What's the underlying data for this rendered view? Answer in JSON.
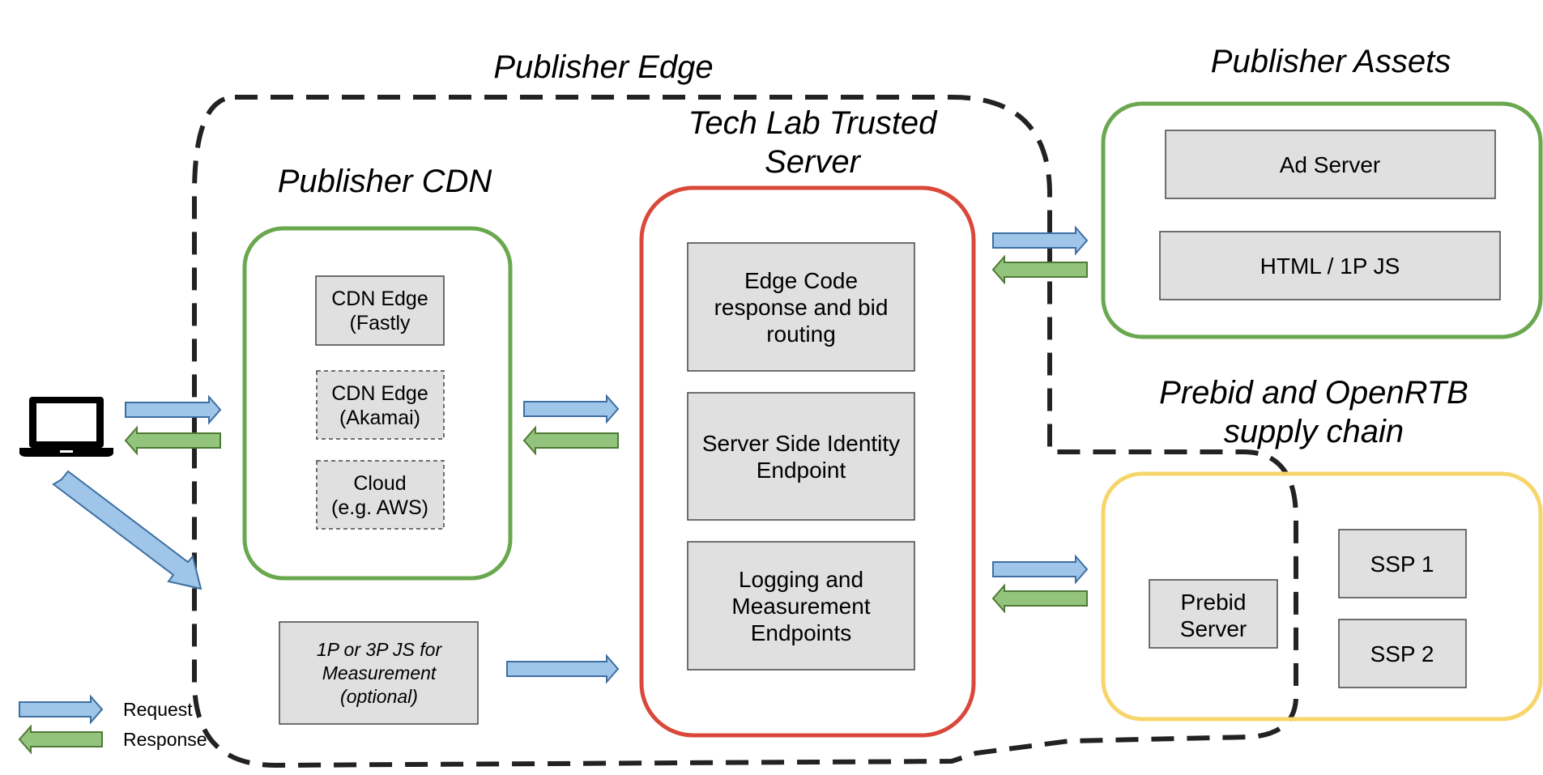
{
  "titles": {
    "publisher_edge": "Publisher Edge",
    "publisher_cdn": "Publisher CDN",
    "trusted_server_line1": "Tech Lab Trusted",
    "trusted_server_line2": "Server",
    "publisher_assets": "Publisher Assets",
    "prebid_line1": "Prebid and OpenRTB",
    "prebid_line2": "supply chain"
  },
  "cdn_boxes": {
    "fastly": [
      "CDN Edge",
      "(Fastly"
    ],
    "akamai": [
      "CDN Edge",
      "(Akamai)"
    ],
    "cloud": [
      "Cloud",
      "(e.g. AWS)"
    ]
  },
  "measurement_js": [
    "1P or 3P JS for",
    "Measurement",
    "(optional)"
  ],
  "trusted_server_boxes": {
    "edge_code": [
      "Edge Code",
      "response and bid",
      "routing"
    ],
    "identity": [
      "Server Side Identity",
      "Endpoint"
    ],
    "logging": [
      "Logging and",
      "Measurement",
      "Endpoints"
    ]
  },
  "asset_boxes": {
    "ad_server": "Ad Server",
    "html_js": "HTML / 1P JS"
  },
  "supply_boxes": {
    "prebid_server": [
      "Prebid",
      "Server"
    ],
    "ssp1": "SSP 1",
    "ssp2": "SSP 2"
  },
  "legend": {
    "request": "Request",
    "response": "Response"
  },
  "colors": {
    "request_arrow": "#9fc5e8",
    "response_arrow": "#93c47d",
    "cdn_border": "#6aa84f",
    "trusted_border": "#d9483b",
    "assets_border": "#6aa84f",
    "supply_border": "#f6d66b",
    "box_fill": "#e0e0e0",
    "edge_dash": "#222222"
  },
  "icons": [
    "laptop-icon"
  ]
}
